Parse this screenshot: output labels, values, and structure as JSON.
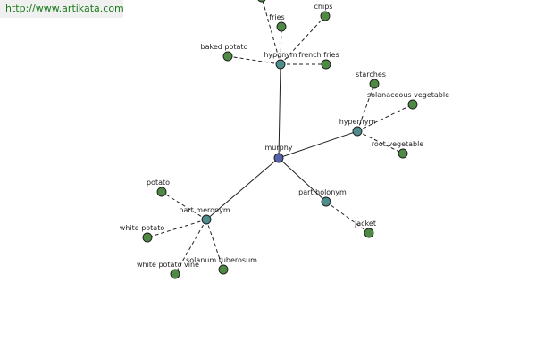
{
  "header": {
    "url_text": "http://www.artikata.com"
  },
  "graph": {
    "colors": {
      "root": "#5561a8",
      "relation": "#4f8c8c",
      "leaf": "#4f8a45",
      "edge": "#222222"
    },
    "root": {
      "label": "murphy"
    },
    "relations": [
      {
        "id": "hyponym",
        "label": "hyponym"
      },
      {
        "id": "hypernym",
        "label": "hypernym"
      },
      {
        "id": "part_holonym",
        "label": "part holonym"
      },
      {
        "id": "part_meronym",
        "label": "part meronym"
      }
    ],
    "leaves": [
      {
        "label": "",
        "parent": "hyponym"
      },
      {
        "label": "fries",
        "parent": "hyponym"
      },
      {
        "label": "chips",
        "parent": "hyponym"
      },
      {
        "label": "baked potato",
        "parent": "hyponym"
      },
      {
        "label": "french fries",
        "parent": "hyponym"
      },
      {
        "label": "starches",
        "parent": "hypernym"
      },
      {
        "label": "solanaceous vegetable",
        "parent": "hypernym"
      },
      {
        "label": "root vegetable",
        "parent": "hypernym"
      },
      {
        "label": "jacket",
        "parent": "part_holonym"
      },
      {
        "label": "potato",
        "parent": "part_meronym"
      },
      {
        "label": "white potato",
        "parent": "part_meronym"
      },
      {
        "label": "white potato vine",
        "parent": "part_meronym"
      },
      {
        "label": "solanum tuberosum",
        "parent": "part_meronym"
      }
    ]
  }
}
